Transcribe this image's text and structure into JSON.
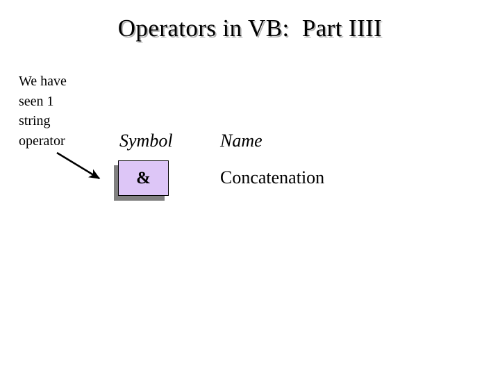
{
  "slide": {
    "title": "Operators in VB:  Part IIII",
    "background_color": "#ffffff",
    "title_shadow_color": "#b3b3b3"
  },
  "note": {
    "lines": [
      "We have",
      "seen 1",
      "string",
      "operator"
    ]
  },
  "annotation": {
    "arrow_name": "arrow-pointing-to-symbol-box",
    "arrow_color": "#000000"
  },
  "table": {
    "headers": [
      "Symbol",
      "Name"
    ],
    "rows": [
      {
        "symbol": "&",
        "name": "Concatenation",
        "symbol_fill_color": "#ddc6f7",
        "symbol_border_color": "#000000",
        "symbol_shadow_color": "#808080"
      }
    ]
  }
}
